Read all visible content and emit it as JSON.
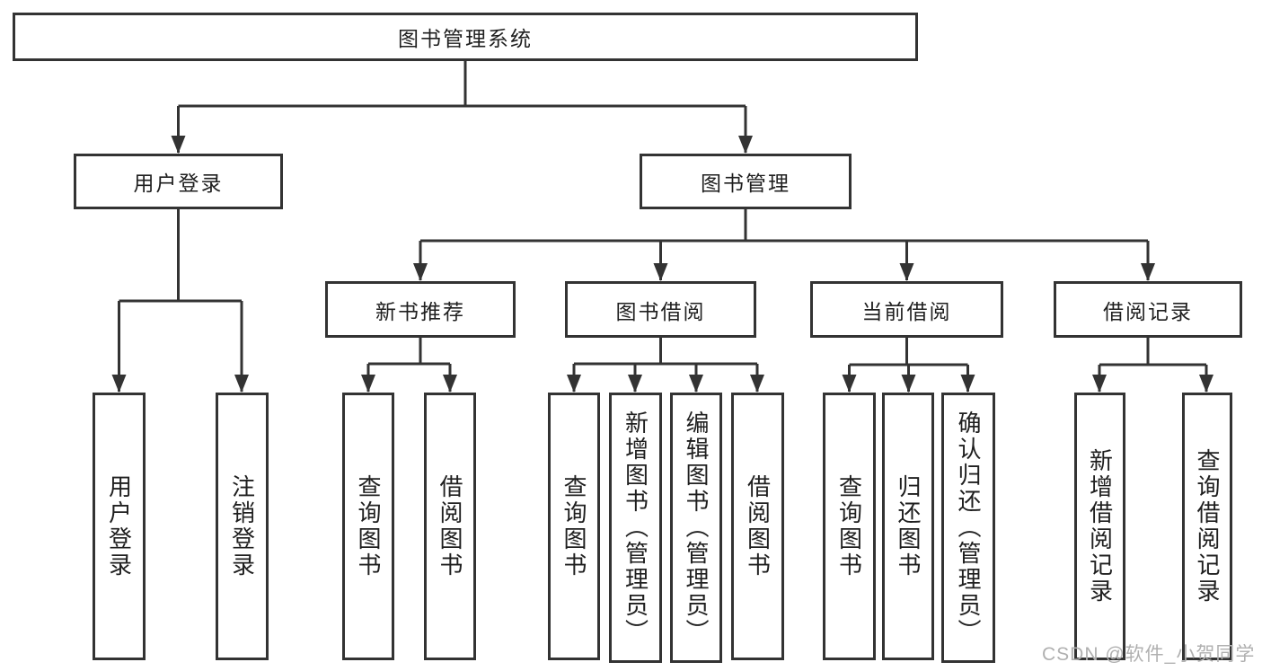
{
  "diagram": {
    "type": "feature-tree",
    "root": {
      "label": "图书管理系统"
    },
    "level2": [
      {
        "label": "用户登录"
      },
      {
        "label": "图书管理"
      }
    ],
    "level3": [
      {
        "label": "新书推荐",
        "parent": "图书管理"
      },
      {
        "label": "图书借阅",
        "parent": "图书管理"
      },
      {
        "label": "当前借阅",
        "parent": "图书管理"
      },
      {
        "label": "借阅记录",
        "parent": "图书管理"
      }
    ],
    "leaves": [
      {
        "label": "用户登录",
        "parent": "用户登录"
      },
      {
        "label": "注销登录",
        "parent": "用户登录"
      },
      {
        "label": "查询图书",
        "parent": "新书推荐"
      },
      {
        "label": "借阅图书",
        "parent": "新书推荐"
      },
      {
        "label": "查询图书",
        "parent": "图书借阅"
      },
      {
        "label": "新增图书（管理员）",
        "parent": "图书借阅"
      },
      {
        "label": "编辑图书（管理员）",
        "parent": "图书借阅"
      },
      {
        "label": "借阅图书",
        "parent": "图书借阅"
      },
      {
        "label": "查询图书",
        "parent": "当前借阅"
      },
      {
        "label": "归还图书",
        "parent": "当前借阅"
      },
      {
        "label": "确认归还（管理员）",
        "parent": "当前借阅"
      },
      {
        "label": "新增借阅记录",
        "parent": "借阅记录"
      },
      {
        "label": "查询借阅记录",
        "parent": "借阅记录"
      }
    ],
    "watermark": "CSDN @软件_小贺同学",
    "colors": {
      "line": "#333333",
      "text": "#1f1f1f",
      "background": "#ffffff",
      "watermark": "#b0b0b0"
    }
  }
}
